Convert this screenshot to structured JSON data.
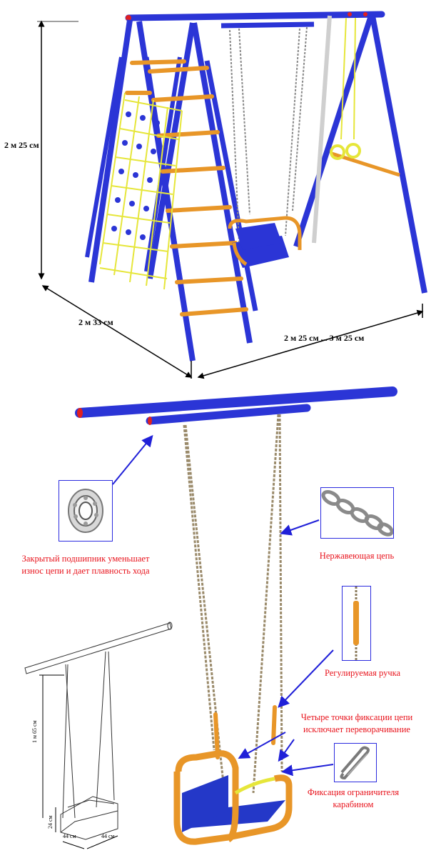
{
  "dimensions": {
    "height": "2 м 25 см",
    "depth": "2 м 33 см",
    "width": "2 м 25 см ... 3 м 25 см"
  },
  "features": {
    "bearing": "Закрытый подшипник уменьшает износ цепи и дает плавность хода",
    "bearing_line1": "Закрытый подшипник уменьшает",
    "bearing_line2": "износ цепи и дает плавность хода",
    "chain": "Нержавеющая цепь",
    "handle": "Регулируемая ручка",
    "fix_line1": "Четыре точки фиксации цепи",
    "fix_line2": "исключает переворачивание",
    "carabiner_line1": "Фиксация ограничителя",
    "carabiner_line2": "карабином"
  },
  "swing_dimensions": {
    "height": "1 м 65 см",
    "seat_height": "24 см",
    "seat_depth": "44 см",
    "seat_width": "44 см"
  },
  "colors": {
    "frame": "#2b35d6",
    "rung": "#e89628",
    "net": "#e6e63a",
    "note_text": "#e8121b",
    "arrow": "#2020d8"
  }
}
